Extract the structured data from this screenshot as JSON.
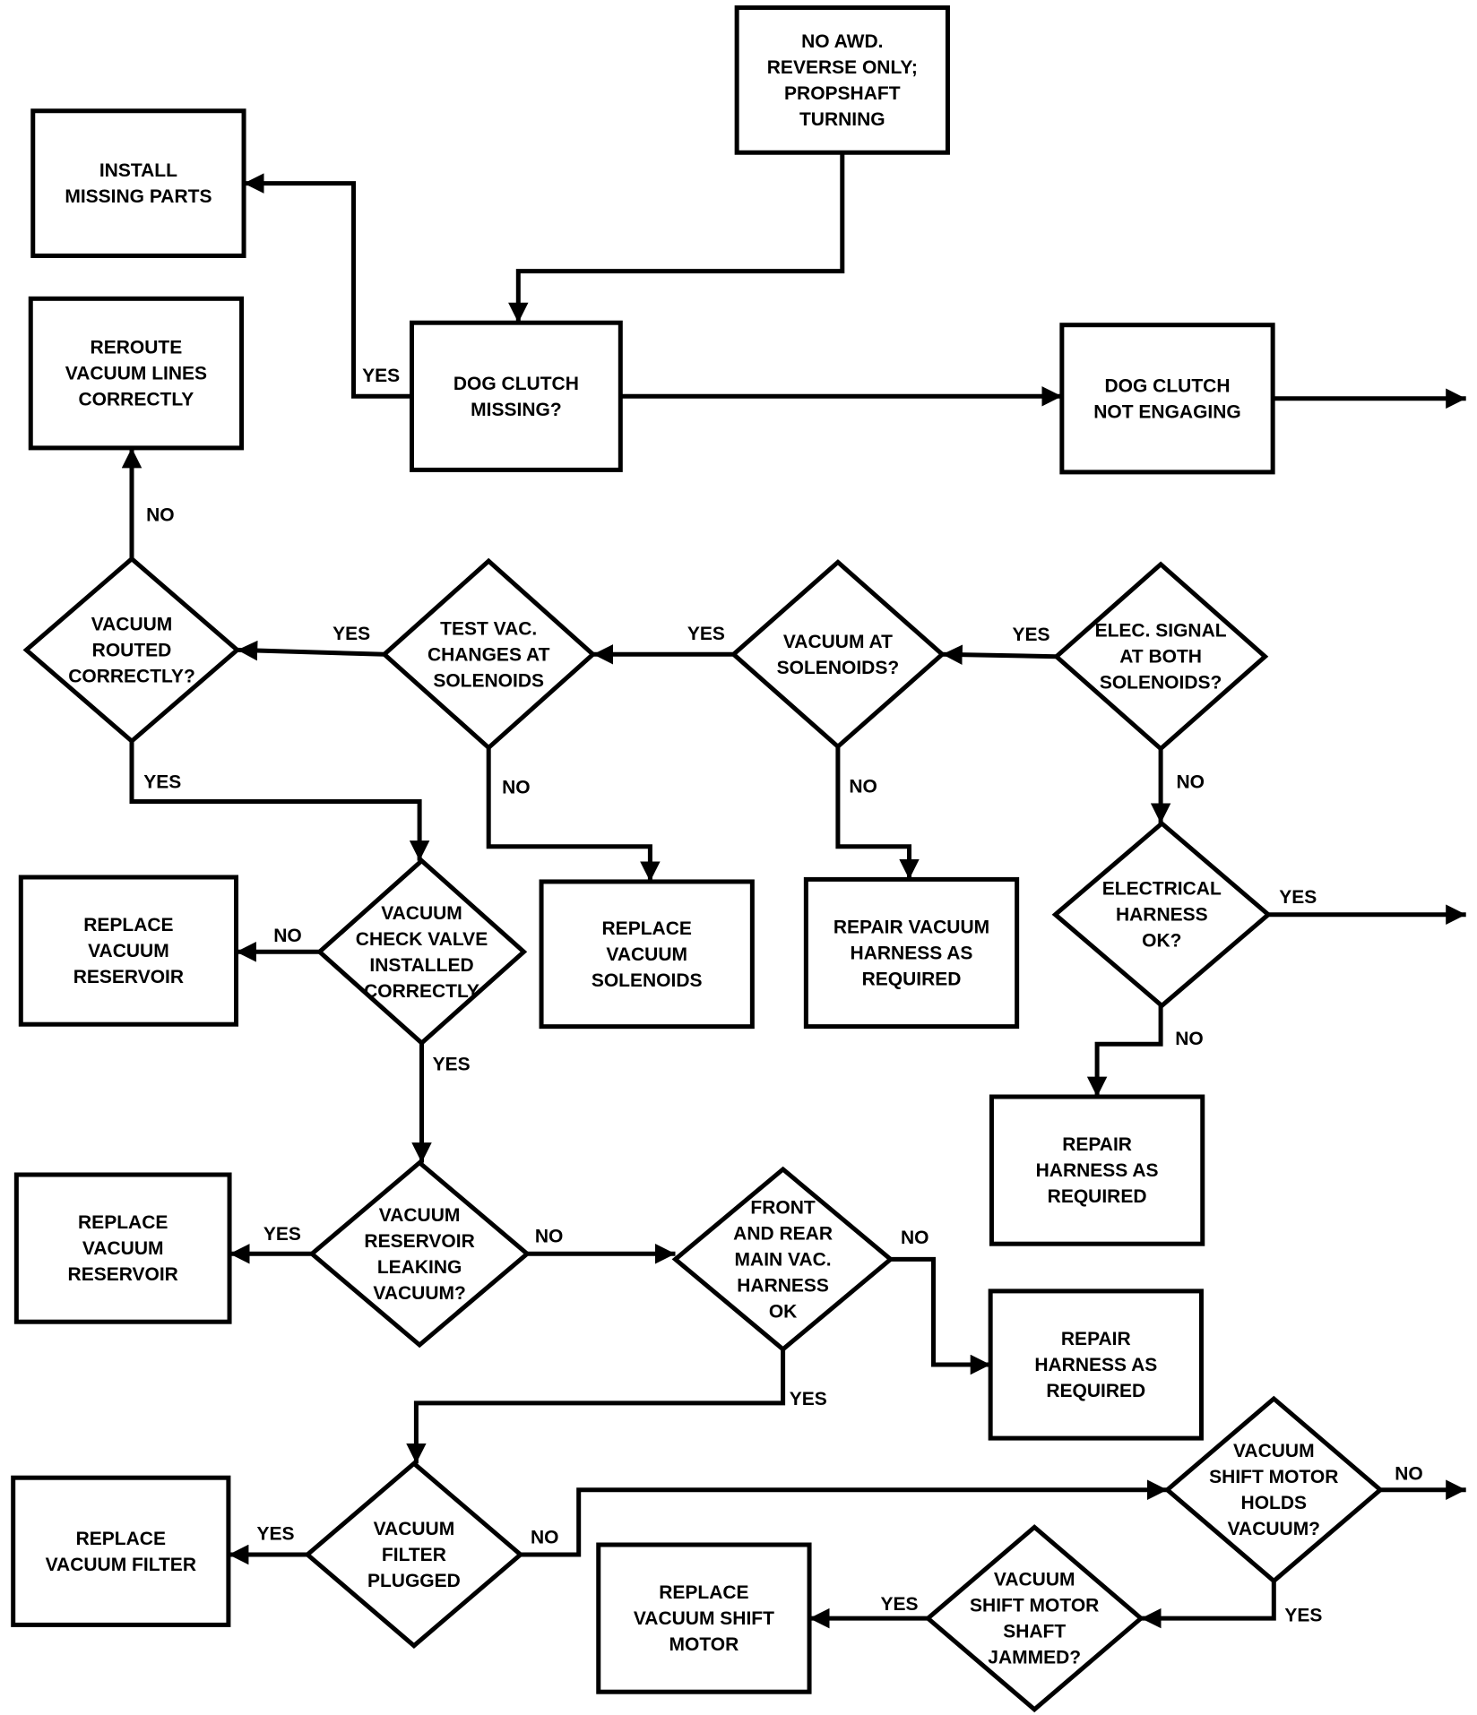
{
  "colors": {
    "stroke": "#000000",
    "background": "#ffffff"
  },
  "nodes": [
    {
      "id": "no_awd",
      "shape": "box",
      "lines": [
        "NO AWD.",
        "REVERSE ONLY;",
        "PROPSHAFT",
        "TURNING"
      ]
    },
    {
      "id": "install_missing",
      "shape": "box",
      "lines": [
        "INSTALL",
        "MISSING PARTS"
      ]
    },
    {
      "id": "reroute_vacuum",
      "shape": "box",
      "lines": [
        "REROUTE",
        "VACUUM LINES",
        "CORRECTLY"
      ]
    },
    {
      "id": "dog_clutch_missing",
      "shape": "box",
      "lines": [
        "DOG CLUTCH",
        "MISSING?"
      ]
    },
    {
      "id": "dog_clutch_not_engaging",
      "shape": "box",
      "lines": [
        "DOG CLUTCH",
        "NOT ENGAGING"
      ]
    },
    {
      "id": "vacuum_routed",
      "shape": "diamond",
      "lines": [
        "VACUUM",
        "ROUTED",
        "CORRECTLY?"
      ]
    },
    {
      "id": "test_vac",
      "shape": "diamond",
      "lines": [
        "TEST VAC.",
        "CHANGES AT",
        "SOLENOIDS"
      ]
    },
    {
      "id": "vacuum_at_solenoids",
      "shape": "diamond",
      "lines": [
        "VACUUM AT",
        "SOLENOIDS?"
      ]
    },
    {
      "id": "elec_signal",
      "shape": "diamond",
      "lines": [
        "ELEC. SIGNAL",
        "AT BOTH",
        "SOLENOIDS?"
      ]
    },
    {
      "id": "replace_reservoir_1",
      "shape": "box",
      "lines": [
        "REPLACE",
        "VACUUM",
        "RESERVOIR"
      ]
    },
    {
      "id": "check_valve",
      "shape": "diamond",
      "lines": [
        "VACUUM",
        "CHECK VALVE",
        "INSTALLED",
        "CORRECTLY"
      ]
    },
    {
      "id": "replace_solenoids",
      "shape": "box",
      "lines": [
        "REPLACE",
        "VACUUM",
        "SOLENOIDS"
      ]
    },
    {
      "id": "repair_vacuum_harness",
      "shape": "box",
      "lines": [
        "REPAIR VACUUM",
        "HARNESS AS",
        "REQUIRED"
      ]
    },
    {
      "id": "electrical_harness",
      "shape": "diamond",
      "lines": [
        "ELECTRICAL",
        "HARNESS",
        "OK?"
      ]
    },
    {
      "id": "repair_harness_1",
      "shape": "box",
      "lines": [
        "REPAIR",
        "HARNESS AS",
        "REQUIRED"
      ]
    },
    {
      "id": "replace_reservoir_2",
      "shape": "box",
      "lines": [
        "REPLACE",
        "VACUUM",
        "RESERVOIR"
      ]
    },
    {
      "id": "reservoir_leaking",
      "shape": "diamond",
      "lines": [
        "VACUUM",
        "RESERVOIR",
        "LEAKING",
        "VACUUM?"
      ]
    },
    {
      "id": "main_vac_harness",
      "shape": "diamond",
      "lines": [
        "FRONT",
        "AND REAR",
        "MAIN VAC.",
        "HARNESS",
        "OK"
      ]
    },
    {
      "id": "repair_harness_2",
      "shape": "box",
      "lines": [
        "REPAIR",
        "HARNESS AS",
        "REQUIRED"
      ]
    },
    {
      "id": "replace_filter",
      "shape": "box",
      "lines": [
        "REPLACE",
        "VACUUM FILTER"
      ]
    },
    {
      "id": "filter_plugged",
      "shape": "diamond",
      "lines": [
        "VACUUM",
        "FILTER",
        "PLUGGED"
      ]
    },
    {
      "id": "shift_motor_holds",
      "shape": "diamond",
      "lines": [
        "VACUUM",
        "SHIFT MOTOR",
        "HOLDS",
        "VACUUM?"
      ]
    },
    {
      "id": "replace_shift_motor",
      "shape": "box",
      "lines": [
        "REPLACE",
        "VACUUM SHIFT",
        "MOTOR"
      ]
    },
    {
      "id": "shaft_jammed",
      "shape": "diamond",
      "lines": [
        "VACUUM",
        "SHIFT MOTOR",
        "SHAFT",
        "JAMMED?"
      ]
    }
  ],
  "edges": [
    {
      "from": "no_awd",
      "to": "dog_clutch_missing",
      "label": ""
    },
    {
      "from": "dog_clutch_missing",
      "to": "install_missing",
      "label": "YES"
    },
    {
      "from": "dog_clutch_missing",
      "to": "dog_clutch_not_engaging",
      "label": ""
    },
    {
      "from": "dog_clutch_not_engaging",
      "to": "elec_signal",
      "label": ""
    },
    {
      "from": "vacuum_routed",
      "to": "reroute_vacuum",
      "label": "NO"
    },
    {
      "from": "vacuum_routed",
      "to": "check_valve",
      "label": "YES"
    },
    {
      "from": "test_vac",
      "to": "vacuum_routed",
      "label": "YES"
    },
    {
      "from": "test_vac",
      "to": "replace_solenoids",
      "label": "NO"
    },
    {
      "from": "vacuum_at_solenoids",
      "to": "test_vac",
      "label": "YES"
    },
    {
      "from": "vacuum_at_solenoids",
      "to": "repair_vacuum_harness",
      "label": "NO"
    },
    {
      "from": "elec_signal",
      "to": "vacuum_at_solenoids",
      "label": "YES"
    },
    {
      "from": "elec_signal",
      "to": "electrical_harness",
      "label": "NO"
    },
    {
      "from": "electrical_harness",
      "to": "",
      "label": "YES"
    },
    {
      "from": "electrical_harness",
      "to": "repair_harness_1",
      "label": "NO"
    },
    {
      "from": "check_valve",
      "to": "replace_reservoir_1",
      "label": "NO"
    },
    {
      "from": "check_valve",
      "to": "reservoir_leaking",
      "label": "YES"
    },
    {
      "from": "reservoir_leaking",
      "to": "replace_reservoir_2",
      "label": "YES"
    },
    {
      "from": "reservoir_leaking",
      "to": "main_vac_harness",
      "label": "NO"
    },
    {
      "from": "main_vac_harness",
      "to": "repair_harness_2",
      "label": "NO"
    },
    {
      "from": "main_vac_harness",
      "to": "filter_plugged",
      "label": "YES"
    },
    {
      "from": "filter_plugged",
      "to": "replace_filter",
      "label": "YES"
    },
    {
      "from": "filter_plugged",
      "to": "shift_motor_holds",
      "label": "NO"
    },
    {
      "from": "shift_motor_holds",
      "to": "",
      "label": "NO"
    },
    {
      "from": "shift_motor_holds",
      "to": "shaft_jammed",
      "label": "YES"
    },
    {
      "from": "shaft_jammed",
      "to": "replace_shift_motor",
      "label": "YES"
    }
  ]
}
